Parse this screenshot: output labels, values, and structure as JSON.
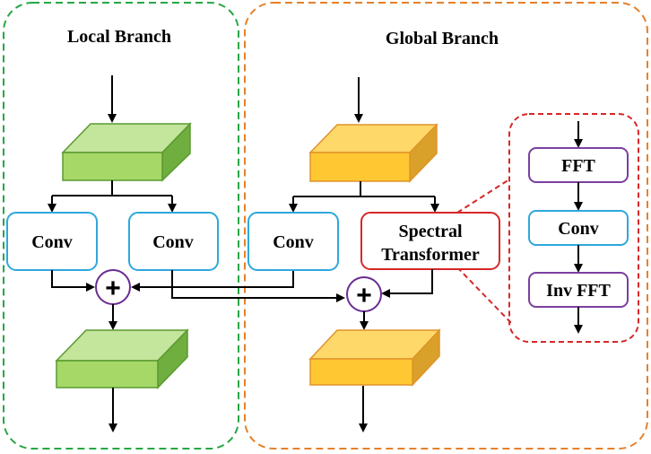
{
  "local_branch": {
    "title": "Local Branch",
    "conv_left_label": "Conv",
    "conv_right_label": "Conv"
  },
  "global_branch": {
    "title": "Global Branch",
    "conv_label": "Conv",
    "spectral_line1": "Spectral",
    "spectral_line2": "Transformer"
  },
  "spectral_detail": {
    "fft_label": "FFT",
    "conv_label": "Conv",
    "inv_fft_label": "Inv FFT"
  },
  "colors": {
    "local_border": "#27a745",
    "global_border": "#e5812b",
    "detail_border": "#d62828",
    "conv_border": "#2ea8dc",
    "spectral_border": "#d62828",
    "fft_border": "#7b3fa0",
    "plus_border": "#6a2c91",
    "green_front": "#a6d868",
    "green_top": "#c4e59c",
    "green_side": "#6fae3f",
    "yellow_front": "#ffc832",
    "yellow_top": "#ffd86a",
    "yellow_side": "#d9a02a"
  }
}
